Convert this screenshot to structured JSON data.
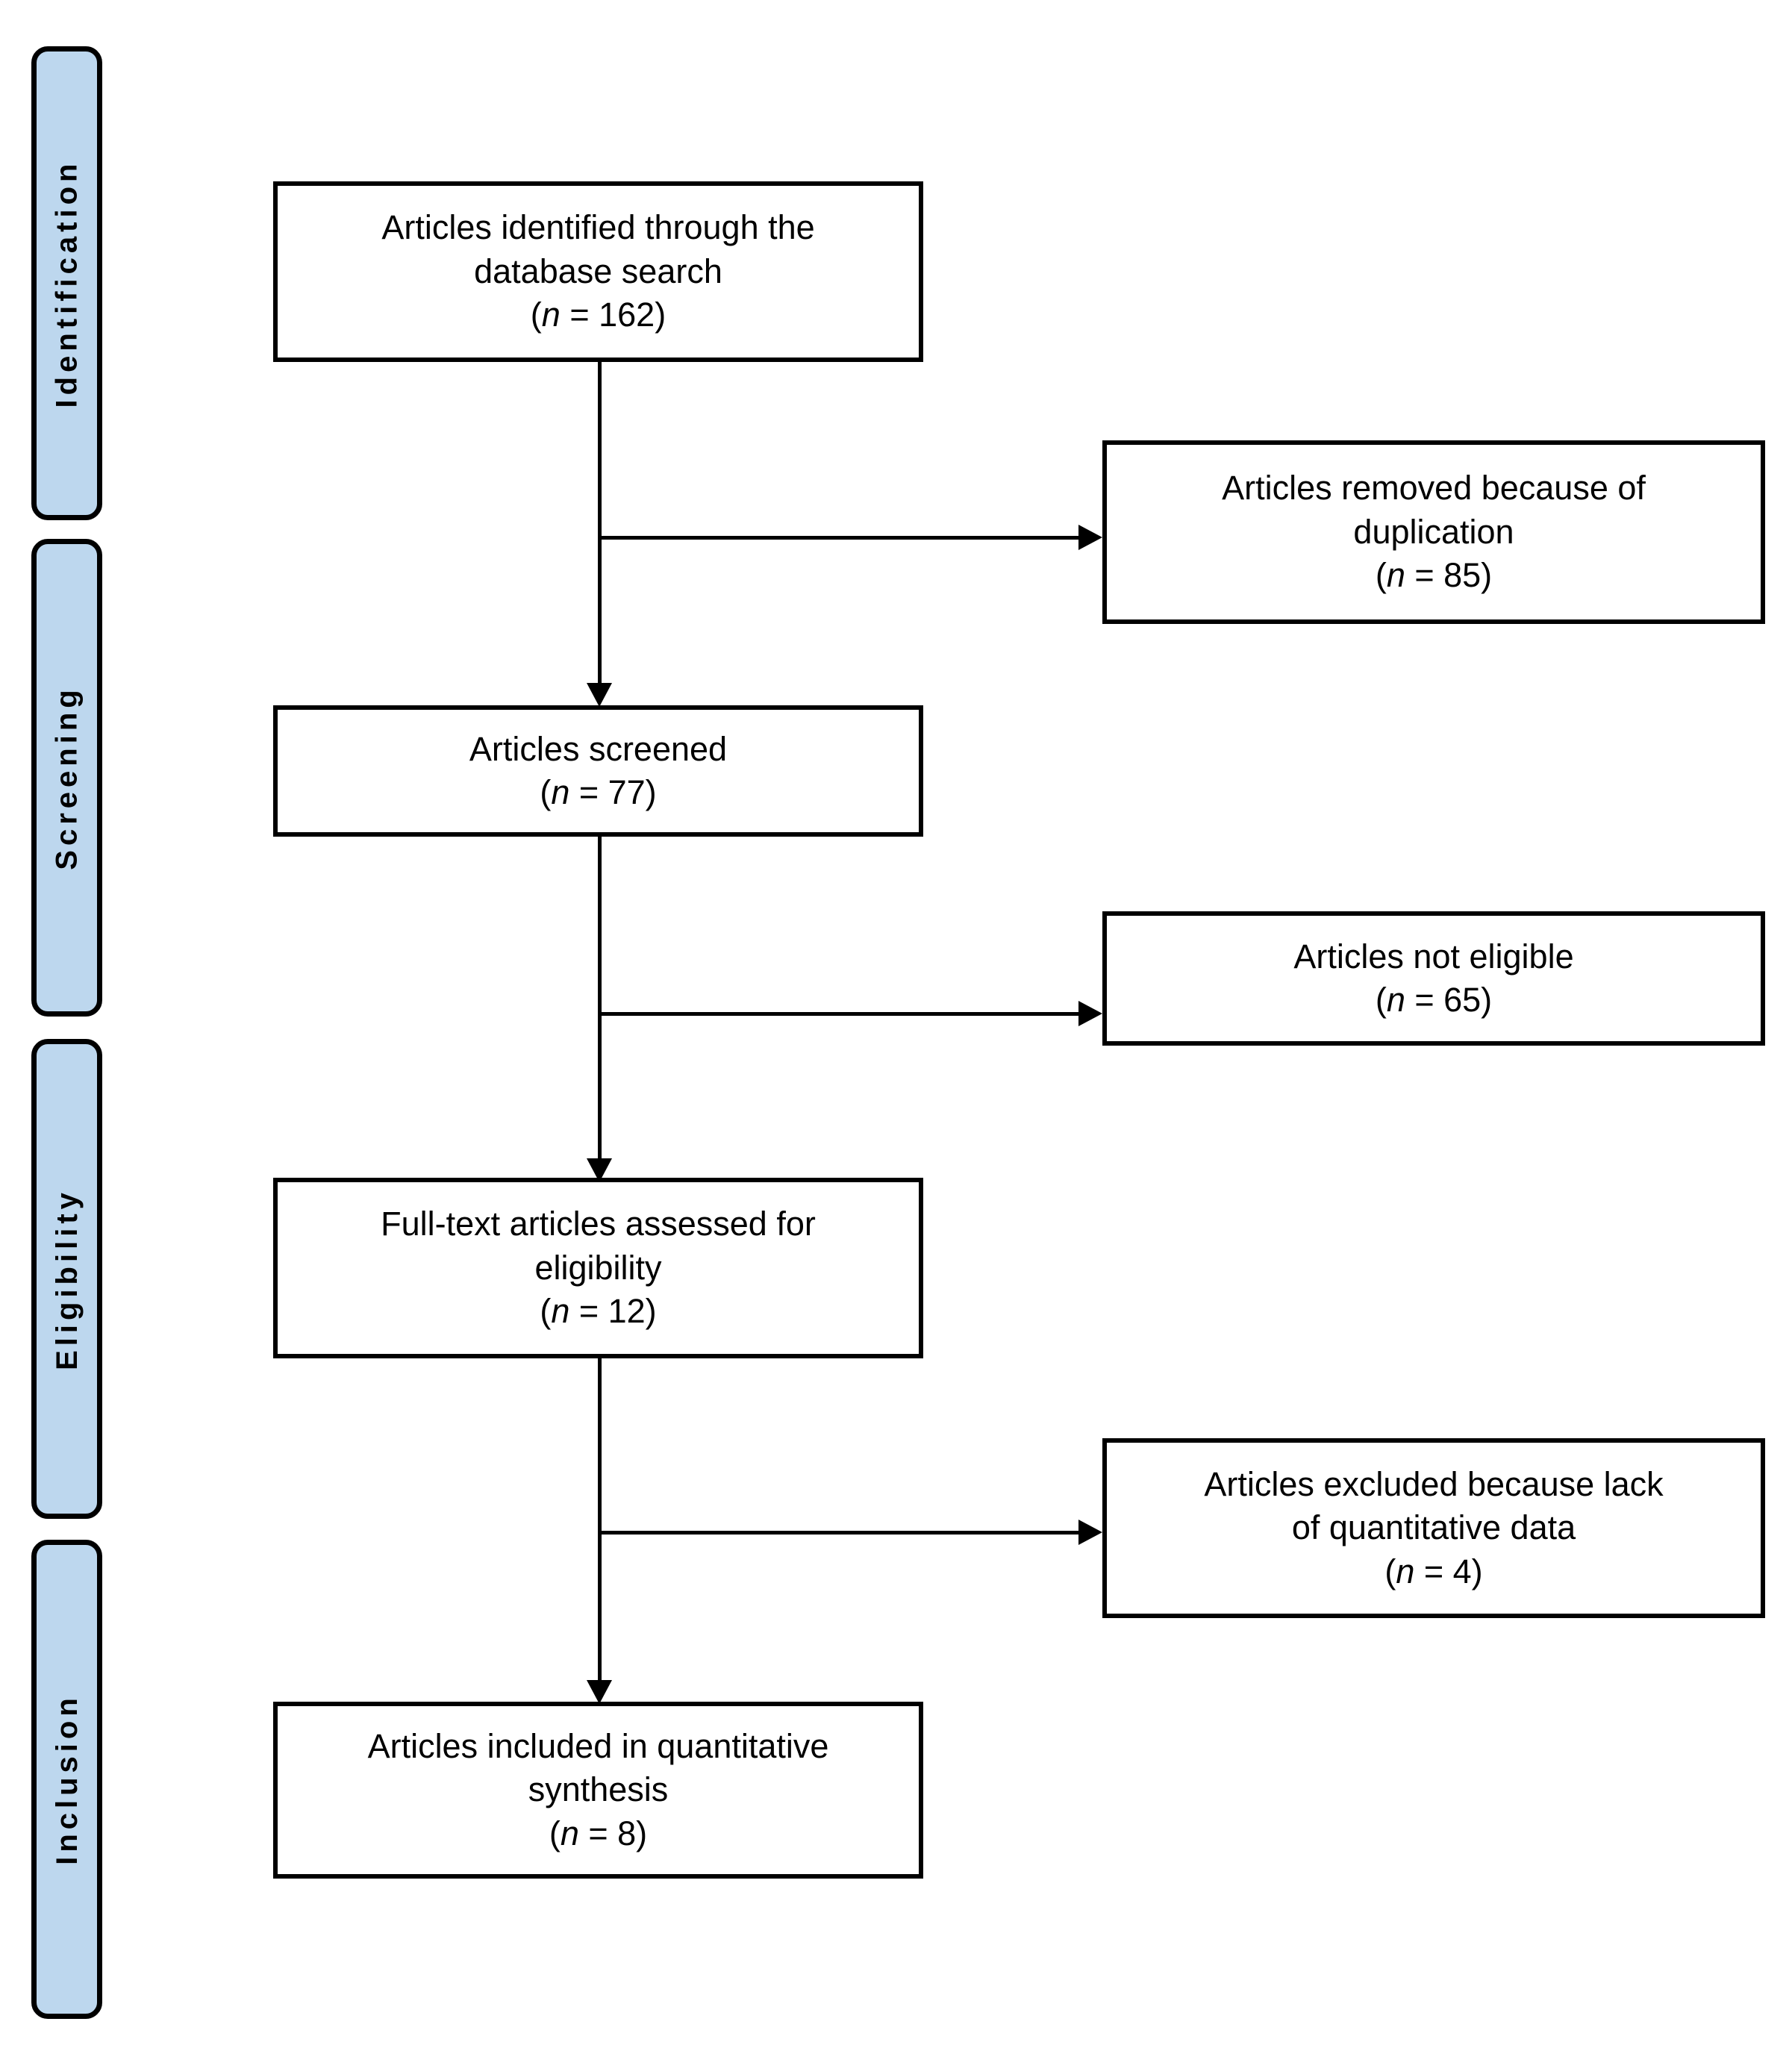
{
  "figure": {
    "type": "prisma-flow-diagram",
    "accent_color": "#bdd7ee",
    "line_color": "#000000",
    "background": "#ffffff"
  },
  "stages": [
    {
      "key": "identification",
      "label": "Identification"
    },
    {
      "key": "screening",
      "label": "Screening"
    },
    {
      "key": "eligibility",
      "label": "Eligibility"
    },
    {
      "key": "inclusion",
      "label": "Inclusion"
    }
  ],
  "nodes": {
    "identified": {
      "line1": "Articles identified through the",
      "line2": "database search",
      "n_open": "(",
      "n_symbol": "n",
      "n_value": " = 162)"
    },
    "removed_duplicates": {
      "line1": "Articles removed because of",
      "line2": "duplication",
      "n_open": "(",
      "n_symbol": "n",
      "n_value": " = 85)"
    },
    "screened": {
      "line1": "Articles screened",
      "n_open": "(",
      "n_symbol": "n",
      "n_value": " = 77)"
    },
    "not_eligible": {
      "line1": "Articles not eligible",
      "n_open": "(",
      "n_symbol": "n",
      "n_value": " = 65)"
    },
    "fulltext": {
      "line1": "Full-text articles assessed for",
      "line2": "eligibility",
      "n_open": "(",
      "n_symbol": "n",
      "n_value": " = 12)"
    },
    "excluded_no_data": {
      "line1": "Articles excluded because lack",
      "line2": "of quantitative data",
      "n_open": "(",
      "n_symbol": "n",
      "n_value": " = 4)"
    },
    "included": {
      "line1": "Articles included in quantitative",
      "line2": "synthesis",
      "n_open": "(",
      "n_symbol": "n",
      "n_value": " = 8)"
    }
  },
  "chart_data": {
    "type": "diagram",
    "title": "PRISMA study selection flow",
    "stages": [
      "Identification",
      "Screening",
      "Eligibility",
      "Inclusion"
    ],
    "nodes": [
      {
        "id": "identified",
        "stage": "Identification",
        "label": "Articles identified through the database search",
        "n": 162,
        "column": "main"
      },
      {
        "id": "removed_duplicates",
        "stage": "Identification",
        "label": "Articles removed because of duplication",
        "n": 85,
        "column": "side"
      },
      {
        "id": "screened",
        "stage": "Screening",
        "label": "Articles screened",
        "n": 77,
        "column": "main"
      },
      {
        "id": "not_eligible",
        "stage": "Screening",
        "label": "Articles not eligible",
        "n": 65,
        "column": "side"
      },
      {
        "id": "fulltext",
        "stage": "Eligibility",
        "label": "Full-text articles assessed for eligibility",
        "n": 12,
        "column": "main"
      },
      {
        "id": "excluded_no_data",
        "stage": "Eligibility",
        "label": "Articles excluded because lack of quantitative data",
        "n": 4,
        "column": "side"
      },
      {
        "id": "included",
        "stage": "Inclusion",
        "label": "Articles included in quantitative synthesis",
        "n": 8,
        "column": "main"
      }
    ],
    "edges": [
      {
        "from": "identified",
        "to": "screened",
        "kind": "down"
      },
      {
        "from": "identified",
        "to": "removed_duplicates",
        "kind": "right"
      },
      {
        "from": "screened",
        "to": "fulltext",
        "kind": "down"
      },
      {
        "from": "screened",
        "to": "not_eligible",
        "kind": "right"
      },
      {
        "from": "fulltext",
        "to": "included",
        "kind": "down"
      },
      {
        "from": "fulltext",
        "to": "excluded_no_data",
        "kind": "right"
      }
    ]
  }
}
